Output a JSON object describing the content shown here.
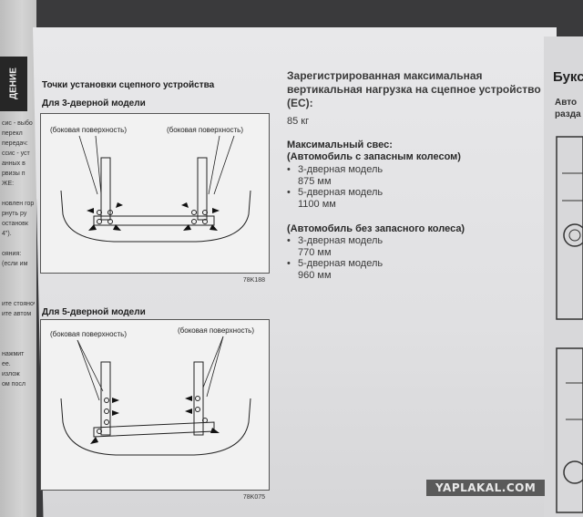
{
  "left_page": {
    "tab": "ДЕНИЕ",
    "lines": [
      "сис - выбо",
      "перекл",
      "передач:",
      "ссис - уст",
      "анных в",
      "рвизы п",
      "ЖЕ:",
      "",
      "новлен гор",
      "рнуть ру",
      "остановк",
      "4\").",
      "",
      "ояния:",
      "(если им",
      "",
      "",
      "",
      "ите стояночн",
      "ите автом",
      "",
      "",
      "",
      "нажмит",
      "ее.",
      "излож",
      "ом посл"
    ]
  },
  "section_title": "Точки установки сцепного устройства",
  "model3": {
    "title": "Для 3-дверной модели",
    "label_left": "(боковая поверхность)",
    "label_right": "(боковая поверхность)",
    "code": "78K188"
  },
  "model5": {
    "title": "Для 5-дверной модели",
    "label_left": "(боковая поверхность)",
    "label_right": "(боковая поверхность)",
    "code": "78K075"
  },
  "right_column": {
    "heading": "Зарегистрированная максимальная вертикальная нагрузка на сцепное устройство (ЕС):",
    "load_value": "85 кг",
    "overhang_title_1": "Максимальный свес:",
    "overhang_title_2": "(Автомобиль с запасным колесом)",
    "with_spare": [
      {
        "label": "3-дверная модель",
        "value": "875 мм"
      },
      {
        "label": "5-дверная модель",
        "value": "1100 мм"
      }
    ],
    "no_spare_title": "(Автомобиль без запасного колеса)",
    "without_spare": [
      {
        "label": "3-дверная модель",
        "value": "770 мм"
      },
      {
        "label": "5-дверная модель",
        "value": "960 мм"
      }
    ]
  },
  "right_page": {
    "title": "Букс",
    "sub_1": "Авто",
    "sub_2": "разда"
  },
  "watermark": "YAPLAKAL.COM"
}
